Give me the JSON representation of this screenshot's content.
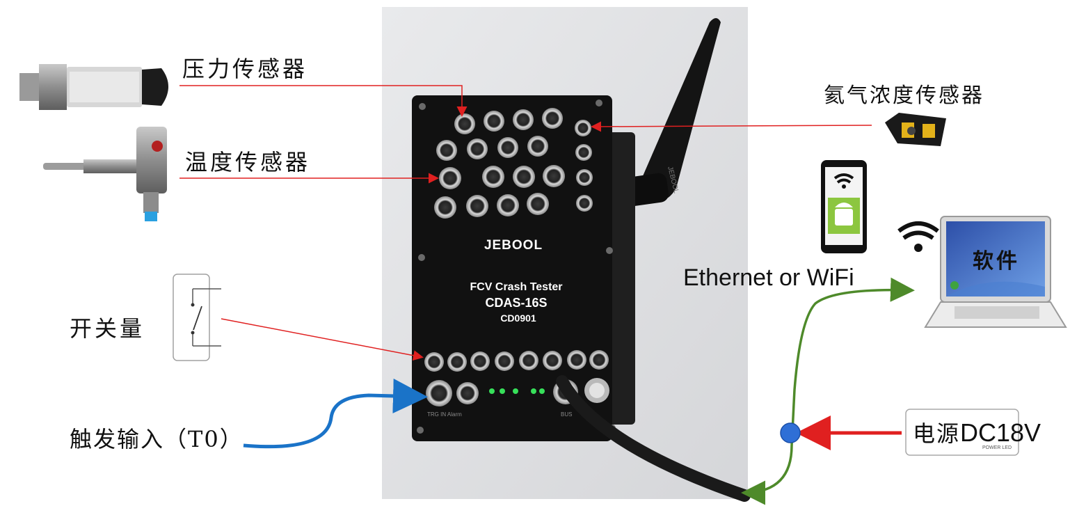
{
  "labels": {
    "pressure_sensor": "压力传感器",
    "temperature_sensor": "温度传感器",
    "hydrogen_sensor": "氦气浓度传感器",
    "switch": "开关量",
    "trigger_input": "触发输入（T0）",
    "network": "Ethernet or WiFi",
    "software": "软件",
    "power_prefix": "电源",
    "power_value": "DC18V"
  },
  "device": {
    "brand": "JEBOOL",
    "title_line1": "FCV Crash Tester",
    "title_line2": "CDAS-16S",
    "serial": "CD0901",
    "antenna_label": "JEBOOL",
    "bus_label": "BUS",
    "trig_label": "TRG IN   Alarm",
    "power_led_label": "POWER LED"
  },
  "colors": {
    "arrow_red": "#e02020",
    "trigger_blue": "#1a73c8",
    "cable_green": "#4e8a2a",
    "junction_blue": "#2f6fd6",
    "device_black": "#111111",
    "led_green": "#37e05a"
  }
}
